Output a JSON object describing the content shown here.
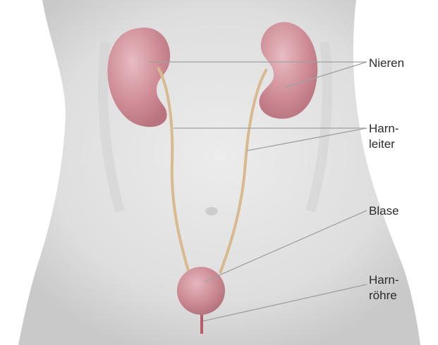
{
  "labels": {
    "nieren": "Nieren",
    "harnleiter_line1": "Harn-",
    "harnleiter_line2": "leiter",
    "blase": "Blase",
    "harnroehre_line1": "Harn-",
    "harnroehre_line2": "röhre"
  },
  "colors": {
    "background": "#ffffff",
    "body": "#e2e2e2",
    "body_shade": "#cfcfcf",
    "kidney": "#c9848e",
    "kidney_light": "#e3b2b9",
    "ureter": "#d9b98f",
    "bladder": "#c98791",
    "urethra": "#b85a6a",
    "leader_line": "#a0a0a0",
    "text": "#2b2b2b"
  }
}
